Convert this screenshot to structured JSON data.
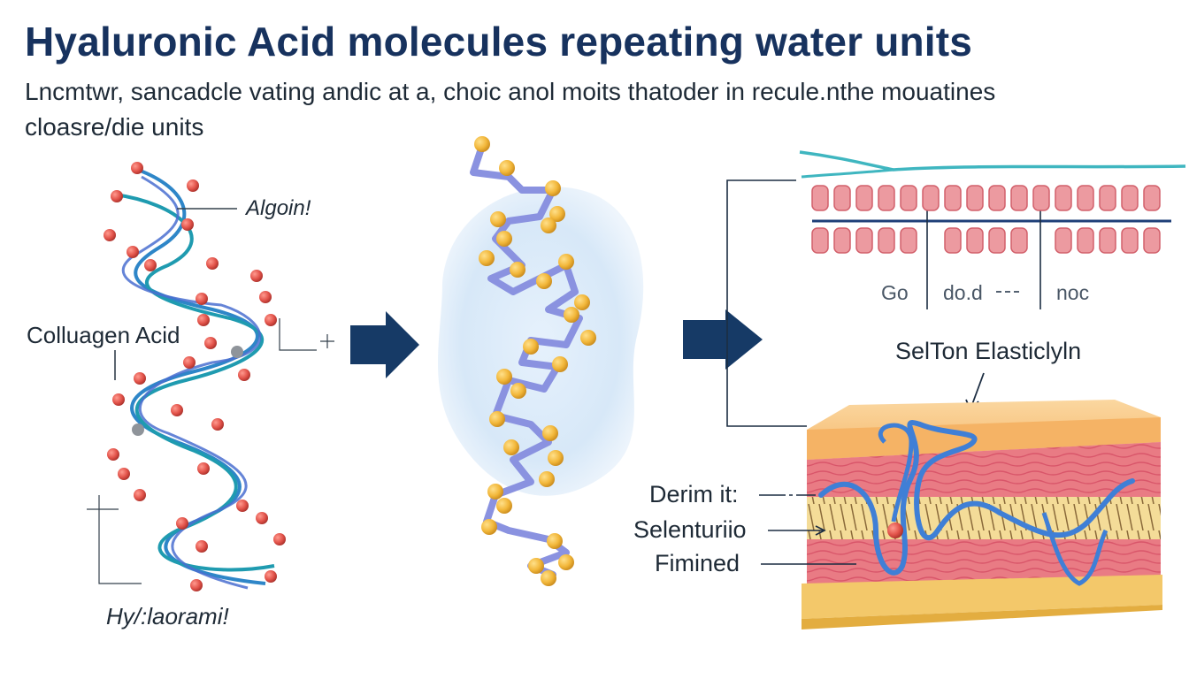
{
  "header": {
    "title": "Hyaluronic Acid molecules repeating water units",
    "subtitle_line1": "Lncmtwr, sancadcle vating andic at a, choic anol moits thatoder in recule.nthe mouatines",
    "subtitle_line2": "cloasre/die units"
  },
  "left_panel": {
    "label_top": "Algoin!",
    "label_mid": "Colluagen Acid",
    "label_bottom": "Hy/:laorami!"
  },
  "right_panel": {
    "label_go": "Go",
    "label_dod": "do.d",
    "label_noc": "noc",
    "label_elastic": "SelTon Elasticlyln",
    "label_derim": "Derim it:",
    "label_selent": "Selenturiio",
    "label_fimined": "Fimined"
  },
  "colors": {
    "title": "#17325e",
    "arrow": "#163a66",
    "helix": "#2e86c8",
    "ball_red": "#e2534a",
    "ball_gold": "#f2b73a",
    "chain": "#8a92e0",
    "skin_top": "#f7c27a",
    "skin_pink": "#e9727e",
    "skin_band": "#f0d890",
    "fiber": "#3f7fd6"
  }
}
